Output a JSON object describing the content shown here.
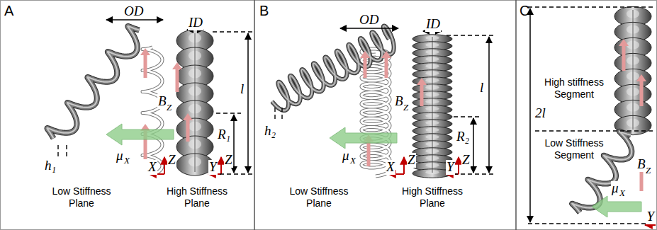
{
  "diagram": {
    "labels": [
      "A",
      "OD",
      "ID",
      "l",
      "R₁",
      "B",
      "Z",
      "μ",
      "X",
      "h₁",
      "Z",
      "X",
      "Z",
      "Y",
      "Low Stiffness Plane",
      "High Stiffness Plane",
      "B",
      "OD",
      "ID",
      "l",
      "R₂",
      "B",
      "Z",
      "μ",
      "X",
      "h₂",
      "Z",
      "X",
      "Z",
      "Y",
      "Low Stiffness Plane",
      "High Stiffness Plane",
      "C",
      "2l",
      "High stiffness Segment",
      "Low Stiffness Segment",
      "B",
      "Z",
      "μ",
      "X",
      "Y"
    ]
  }
}
